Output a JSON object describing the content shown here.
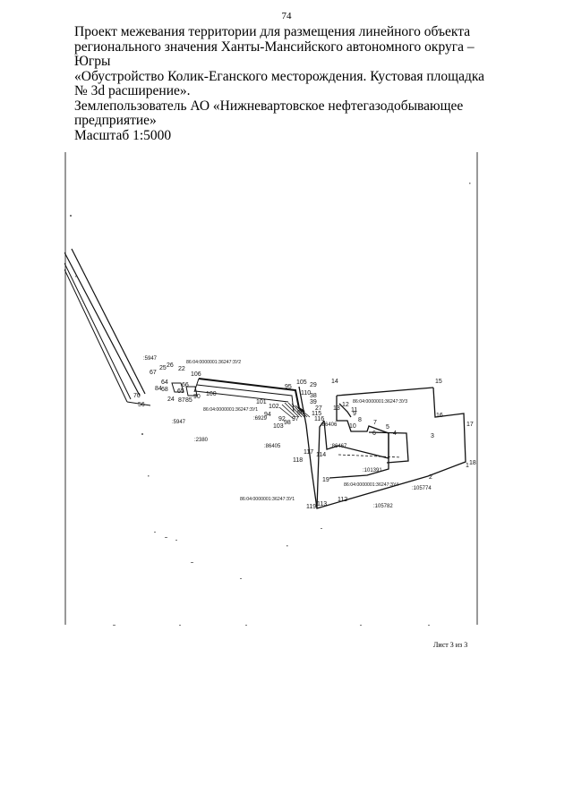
{
  "page_number": "74",
  "header": {
    "line1": "Проект межевания территории для размещения линейного объекта",
    "line2": "регионального значения Ханты-Мансийского автономного округа –",
    "line3": "Югры",
    "line4": "«Обустройство Колик-Еганского месторождения. Кустовая площадка",
    "line5": "№ 3d расширение».",
    "line6": "Землепользователь АО «Нижневартовское нефтегазодобывающее",
    "line7": "предприятие»",
    "scale": "Масштаб 1:5000"
  },
  "map": {
    "cadastral_labels": {
      "c1": "86:04:0000001:36247:ЗУ2",
      "c2": "86:04:0000001:36247:ЗУ1",
      "c3": "86:04:0000001:36247:ЗУ3",
      "c4": "86:04:0000001:36247:ЗУ4",
      "c5": "86:04:0000001:36247:ЗУ1"
    },
    "parcel_labels": {
      "p1": ":5947",
      "p2": ":5947",
      "p3": ":2380",
      "p4": ":6929",
      "p5": ":86405",
      "p6": ":86406",
      "p7": ":86467",
      "p8": ":101391",
      "p9": ":105774",
      "p10": ":105782"
    },
    "points": {
      "n1": "1",
      "n2": "2",
      "n3": "3",
      "n4": "4",
      "n5": "5",
      "n6": "6",
      "n7": "7",
      "n8": "8",
      "n9": "9",
      "n10": "10",
      "n11": "11",
      "n12": "12",
      "n13": "13",
      "n14": "14",
      "n15": "15",
      "n16": "16",
      "n17": "17",
      "n18": "18",
      "n19": "19",
      "n22": "22",
      "n24": "24",
      "n25": "25",
      "n26": "26",
      "n27": "27",
      "n29": "29",
      "n38": "38",
      "n39": "39",
      "n56": "56",
      "n64": "64",
      "n65": "65",
      "n66": "66",
      "n67": "67",
      "n68": "68",
      "n70": "70",
      "n84": "84",
      "n85": "85",
      "n87": "87",
      "n90": "90",
      "n94": "94",
      "n95": "95",
      "n100": "100",
      "n101": "101",
      "n102": "102",
      "n103": "103",
      "n105": "105",
      "n106": "106",
      "n110": "110",
      "n112": "112",
      "n113": "113",
      "n114": "114",
      "n115": "115",
      "n116": "116",
      "n117": "117",
      "n118": "118",
      "n119": "119",
      "n98": "98",
      "n96": "96",
      "n97": "97",
      "n92": "92"
    }
  },
  "sheet_label": "Лист 3 из 3"
}
